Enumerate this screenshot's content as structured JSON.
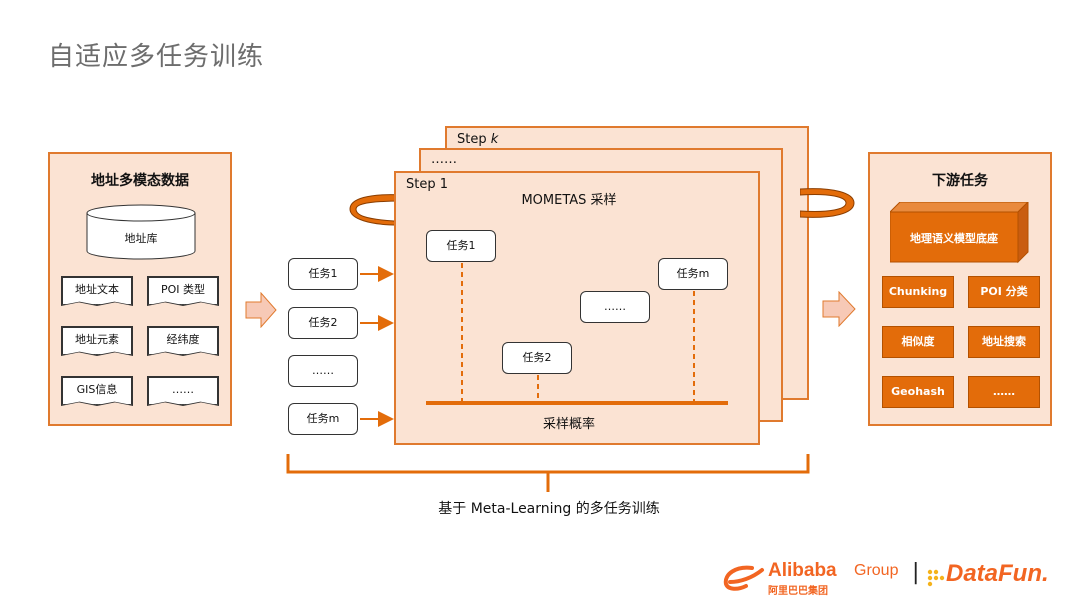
{
  "title": "自适应多任务训练",
  "left_panel": {
    "title": "地址多模态数据",
    "db_label": "地址库",
    "docs": [
      "地址文本",
      "POI 类型",
      "地址元素",
      "经纬度",
      "GIS信息",
      "……"
    ]
  },
  "tasks_left": [
    "任务1",
    "任务2",
    "……",
    "任务m"
  ],
  "steps": {
    "back_label": "Step ",
    "back_k": "k",
    "mid_label": "……",
    "front_label": "Step 1",
    "front_title": "MOMETAS 采样",
    "tasks": [
      "任务1",
      "任务2",
      "……",
      "任务m"
    ],
    "sampling_label": "采样概率"
  },
  "right_panel": {
    "title": "下游任务",
    "base_label": "地理语义模型底座",
    "tasks": [
      "Chunking",
      "POI 分类",
      "相似度",
      "地址搜索",
      "Geohash",
      "……"
    ]
  },
  "bottom_label": "基于 Meta-Learning 的多任务训练",
  "logos": {
    "alibaba": "Alibaba",
    "group": "Group",
    "alibaba_cn": "阿里巴巴集团",
    "separator": "|",
    "datafun": "DataFun."
  },
  "colors": {
    "accent": "#e36c0a",
    "panel_fill": "#fbe3d3",
    "border": "#e07a2e"
  }
}
